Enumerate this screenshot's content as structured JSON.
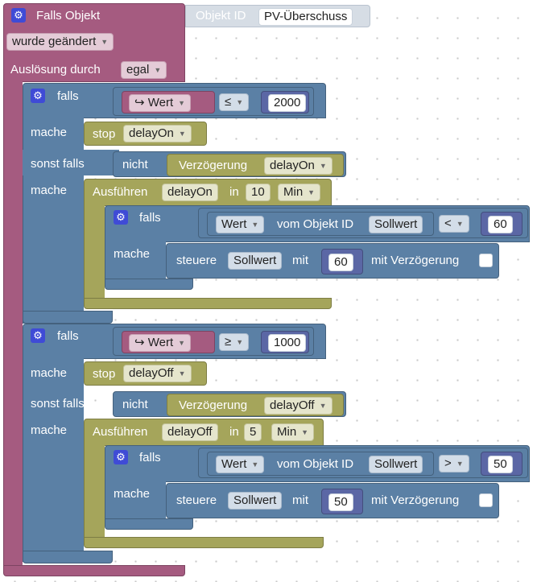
{
  "trigger": {
    "title": "Falls Objekt",
    "object_label": "Objekt ID",
    "object_value": "PV-Überschuss",
    "changed_option": "wurde geändert",
    "trigger_by_label": "Auslösung durch",
    "trigger_by_value": "egal"
  },
  "icons": {
    "gear": "⚙",
    "dropdown": "▼",
    "return": "↪"
  },
  "colors": {
    "trigger": "#a55b80",
    "logic": "#5b80a5",
    "timer": "#a5a55b",
    "number": "#5b67a5",
    "gear": "#3f4bd6"
  },
  "block1": {
    "if_label": "falls",
    "var_value": "Wert",
    "operator": "≤",
    "compare_value": "2000",
    "do_label": "mache",
    "stop_label": "stop",
    "stop_target": "delayOn",
    "elseif_label": "sonst falls",
    "not_label": "nicht",
    "delay_label": "Verzögerung",
    "delay_target": "delayOn",
    "do2_label": "mache",
    "exec_label": "Ausführen",
    "exec_name": "delayOn",
    "in_label": "in",
    "time_value": "10",
    "unit": "Min",
    "inner_if_label": "falls",
    "inner_value_label": "Wert",
    "from_object_label": "vom Objekt ID",
    "object_value": "Sollwert",
    "inner_operator": "<",
    "inner_compare_value": "60",
    "inner_do_label": "mache",
    "set_label": "steuere",
    "set_object": "Sollwert",
    "with_label": "mit",
    "set_value": "60",
    "with_delay_label": "mit Verzögerung"
  },
  "block2": {
    "if_label": "falls",
    "var_value": "Wert",
    "operator": "≥",
    "compare_value": "1000",
    "do_label": "mache",
    "stop_label": "stop",
    "stop_target": "delayOff",
    "elseif_label": "sonst falls",
    "not_label": "nicht",
    "delay_label": "Verzögerung",
    "delay_target": "delayOff",
    "do2_label": "mache",
    "exec_label": "Ausführen",
    "exec_name": "delayOff",
    "in_label": "in",
    "time_value": "5",
    "unit": "Min",
    "inner_if_label": "falls",
    "inner_value_label": "Wert",
    "from_object_label": "vom Objekt ID",
    "object_value": "Sollwert",
    "inner_operator": ">",
    "inner_compare_value": "50",
    "inner_do_label": "mache",
    "set_label": "steuere",
    "set_object": "Sollwert",
    "with_label": "mit",
    "set_value": "50",
    "with_delay_label": "mit Verzögerung"
  }
}
